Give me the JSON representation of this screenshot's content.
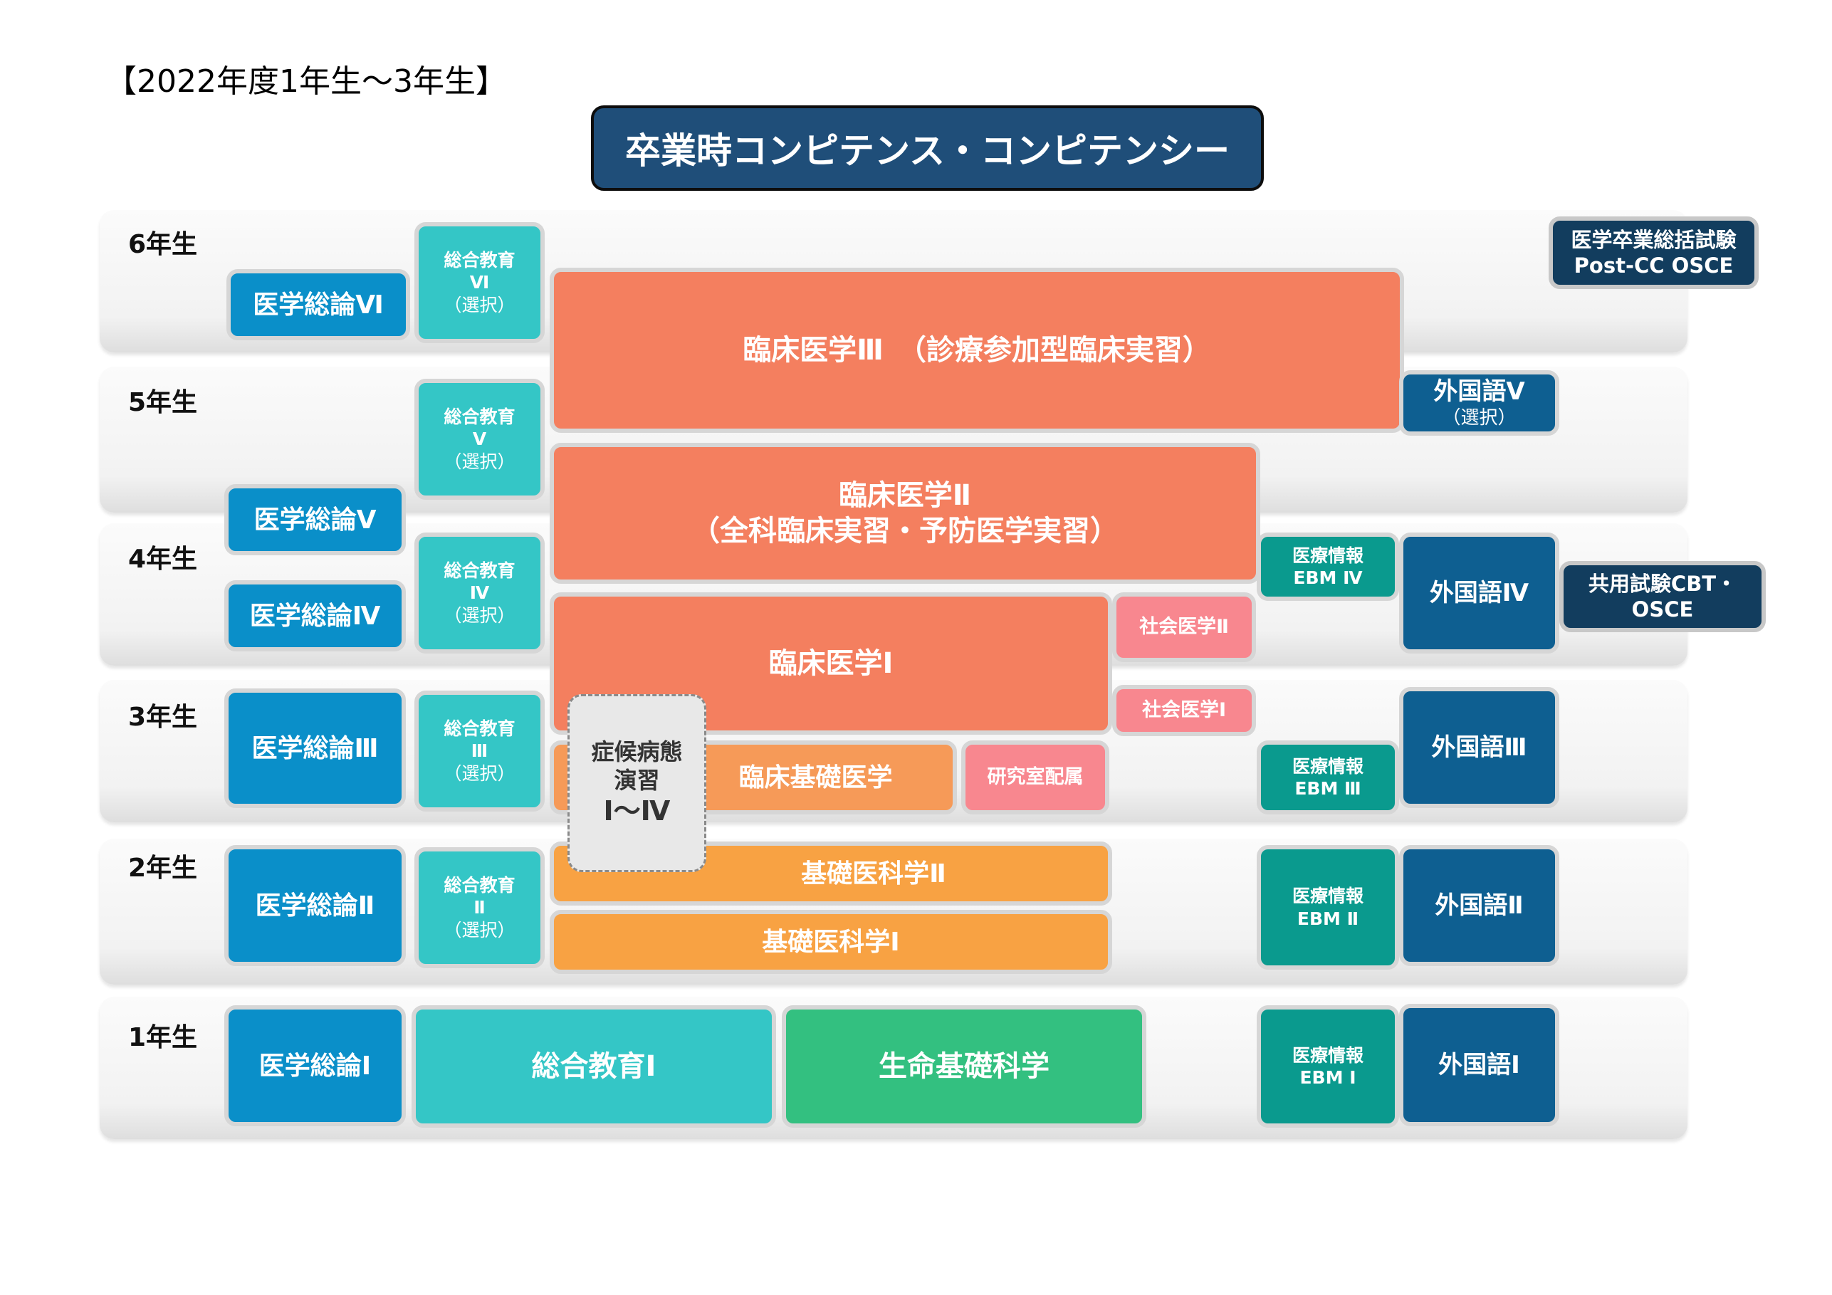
{
  "page_heading": "【2022年度1年生～3年生】",
  "banner": "卒業時コンピテンス・コンピテンシー",
  "years": {
    "y6": "6年生",
    "y5": "5年生",
    "y4": "4年生",
    "y3": "3年生",
    "y2": "2年生",
    "y1": "1年生"
  },
  "medical_overview": {
    "vi": "医学総論Ⅵ",
    "v": "医学総論Ⅴ",
    "iv": "医学総論Ⅳ",
    "iii": "医学総論Ⅲ",
    "ii": "医学総論Ⅱ",
    "i": "医学総論Ⅰ"
  },
  "general_education": {
    "label": "総合教育",
    "elective": "（選択）",
    "vi": "Ⅵ",
    "v": "Ⅴ",
    "iv": "Ⅳ",
    "iii": "Ⅲ",
    "ii": "Ⅱ",
    "i": "総合教育Ⅰ"
  },
  "clinical": {
    "iii": "臨床医学Ⅲ　（診療参加型臨床実習）",
    "ii_line1": "臨床医学Ⅱ",
    "ii_line2": "（全科臨床実習・予防医学実習）",
    "i": "臨床医学Ⅰ"
  },
  "symptom": {
    "line1": "症候病態",
    "line2": "演習",
    "line3": "Ⅰ～Ⅳ"
  },
  "clinical_basic": "臨床基礎医学",
  "lab_assignment": "研究室配属",
  "social_medicine": {
    "ii": "社会医学Ⅱ",
    "i": "社会医学Ⅰ"
  },
  "basic_medical": {
    "ii": "基礎医科学Ⅱ",
    "i": "基礎医科学Ⅰ"
  },
  "life_science": "生命基礎科学",
  "medical_info": {
    "label": "医療情報",
    "iv": "EBM Ⅳ",
    "iii": "EBM Ⅲ",
    "ii": "EBM Ⅱ",
    "i": "EBM Ⅰ"
  },
  "foreign_language": {
    "v": "外国語Ⅴ",
    "v_elective": "（選択）",
    "iv": "外国語Ⅳ",
    "iii": "外国語Ⅲ",
    "ii": "外国語Ⅱ",
    "i": "外国語Ⅰ"
  },
  "exams": {
    "graduation_line1": "医学卒業総括試験",
    "graduation_line2": "Post-CC OSCE",
    "cbt_line1": "共用試験CBT・",
    "cbt_line2": "OSCE"
  },
  "colors": {
    "banner": "#1f4e79",
    "medical_overview": "#0a8fc9",
    "general_education": "#34c6c6",
    "clinical": "#f47f5f",
    "social_medicine": "#f8878f",
    "medical_info": "#0a9a8e",
    "foreign_language": "#0e5f91",
    "exam": "#123d5e",
    "clinical_basic": "#f69a58",
    "basic_medical": "#f8a243",
    "life_science": "#33c080",
    "symptom": "#e8e8e8"
  }
}
